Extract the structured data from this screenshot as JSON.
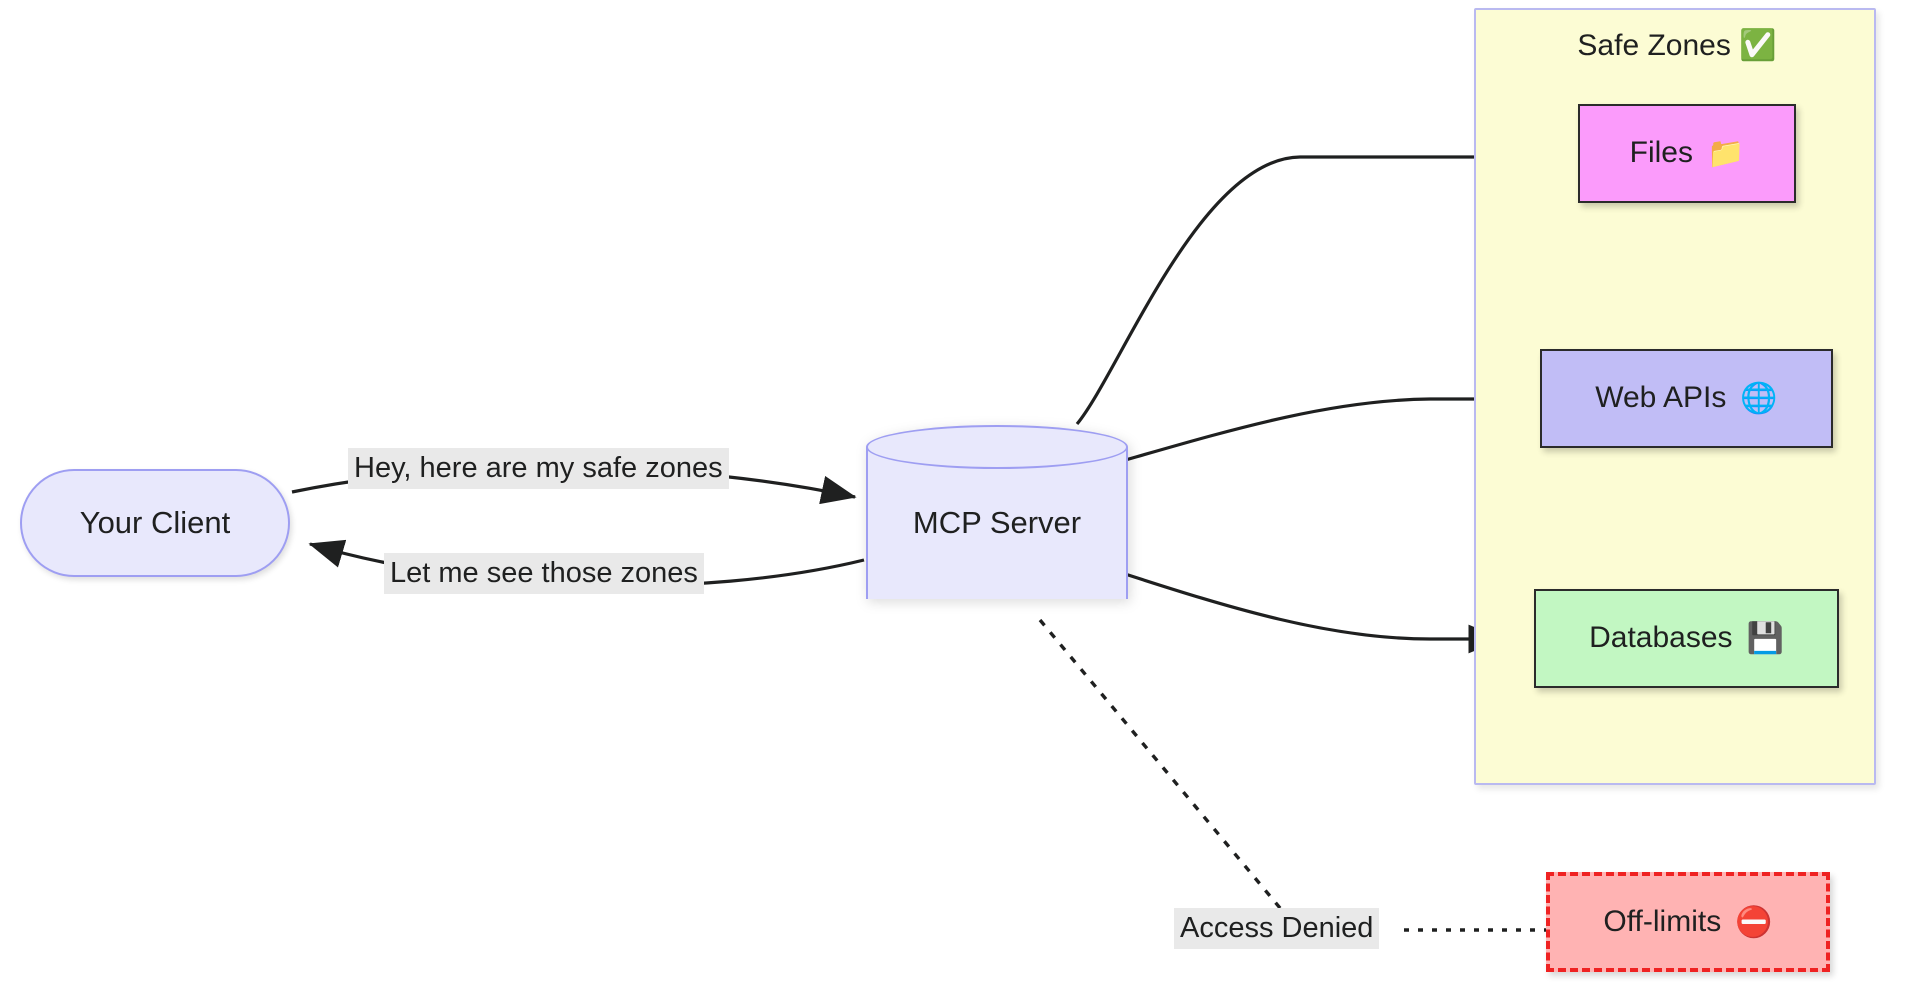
{
  "diagram": {
    "title_present": false,
    "background": "#ffffff",
    "nodes": [
      {
        "id": "client",
        "label": "Your Client",
        "shape": "stadium",
        "fill": "#e8e8fc",
        "stroke": "#9e9ef2"
      },
      {
        "id": "mcp",
        "label": "MCP Server",
        "shape": "cylinder",
        "fill": "#e8e8fc",
        "stroke": "#9e9ef2"
      },
      {
        "id": "files",
        "label": "Files",
        "emoji": "📁",
        "shape": "rect",
        "fill": "#fb9bfb",
        "stroke": "#2b2b2b"
      },
      {
        "id": "webapis",
        "label": "Web APIs",
        "emoji": "🌐",
        "shape": "rect",
        "fill": "#c1bdf6",
        "stroke": "#2b2b2b"
      },
      {
        "id": "databases",
        "label": "Databases",
        "emoji": "💾",
        "shape": "rect",
        "fill": "#c2f7c2",
        "stroke": "#2b2b2b"
      },
      {
        "id": "offlimits",
        "label": "Off-limits",
        "emoji": "⛔",
        "shape": "rect-dashed",
        "fill": "#ffb3b3",
        "stroke": "#ef2222"
      }
    ],
    "subgraph": {
      "id": "safe-zones",
      "label": "Safe Zones",
      "emoji": "✅",
      "fill": "#fcfcd4",
      "stroke": "#b9b9f0"
    },
    "edges": [
      {
        "id": "e-client-mcp",
        "from": "client",
        "to": "mcp",
        "label": "Hey, here are my safe zones",
        "style": "solid-arrow"
      },
      {
        "id": "e-mcp-client",
        "from": "mcp",
        "to": "client",
        "label": "Let me see those zones",
        "style": "solid-arrow"
      },
      {
        "id": "e-mcp-files",
        "from": "mcp",
        "to": "files",
        "label": "",
        "style": "solid-arrow"
      },
      {
        "id": "e-mcp-webapis",
        "from": "mcp",
        "to": "webapis",
        "label": "",
        "style": "solid-arrow"
      },
      {
        "id": "e-mcp-databases",
        "from": "mcp",
        "to": "databases",
        "label": "",
        "style": "solid-arrow"
      },
      {
        "id": "e-mcp-offlimits",
        "from": "mcp",
        "to": "offlimits",
        "label": "Access Denied",
        "style": "dotted"
      }
    ],
    "edge_labels": {
      "request": "Hey, here are my safe zones",
      "response": "Let me see those zones",
      "denied": "Access Denied"
    },
    "colors": {
      "accent_purple": "#9e9ef2",
      "node_lavender": "#e8e8fc",
      "subgraph_yellow": "#fcfcd4",
      "files_pink": "#fb9bfb",
      "webapis_periwinkle": "#c1bdf6",
      "databases_green": "#c2f7c2",
      "offlimits_pink": "#ffb3b3",
      "offlimits_red": "#ef2222",
      "edge_label_bg": "#e9e9e9",
      "line": "#1f2020"
    },
    "icons": {
      "safe_zones": "check-mark-icon",
      "files": "folder-icon",
      "webapis": "globe-icon",
      "databases": "floppy-disk-icon",
      "offlimits": "no-entry-icon"
    }
  }
}
